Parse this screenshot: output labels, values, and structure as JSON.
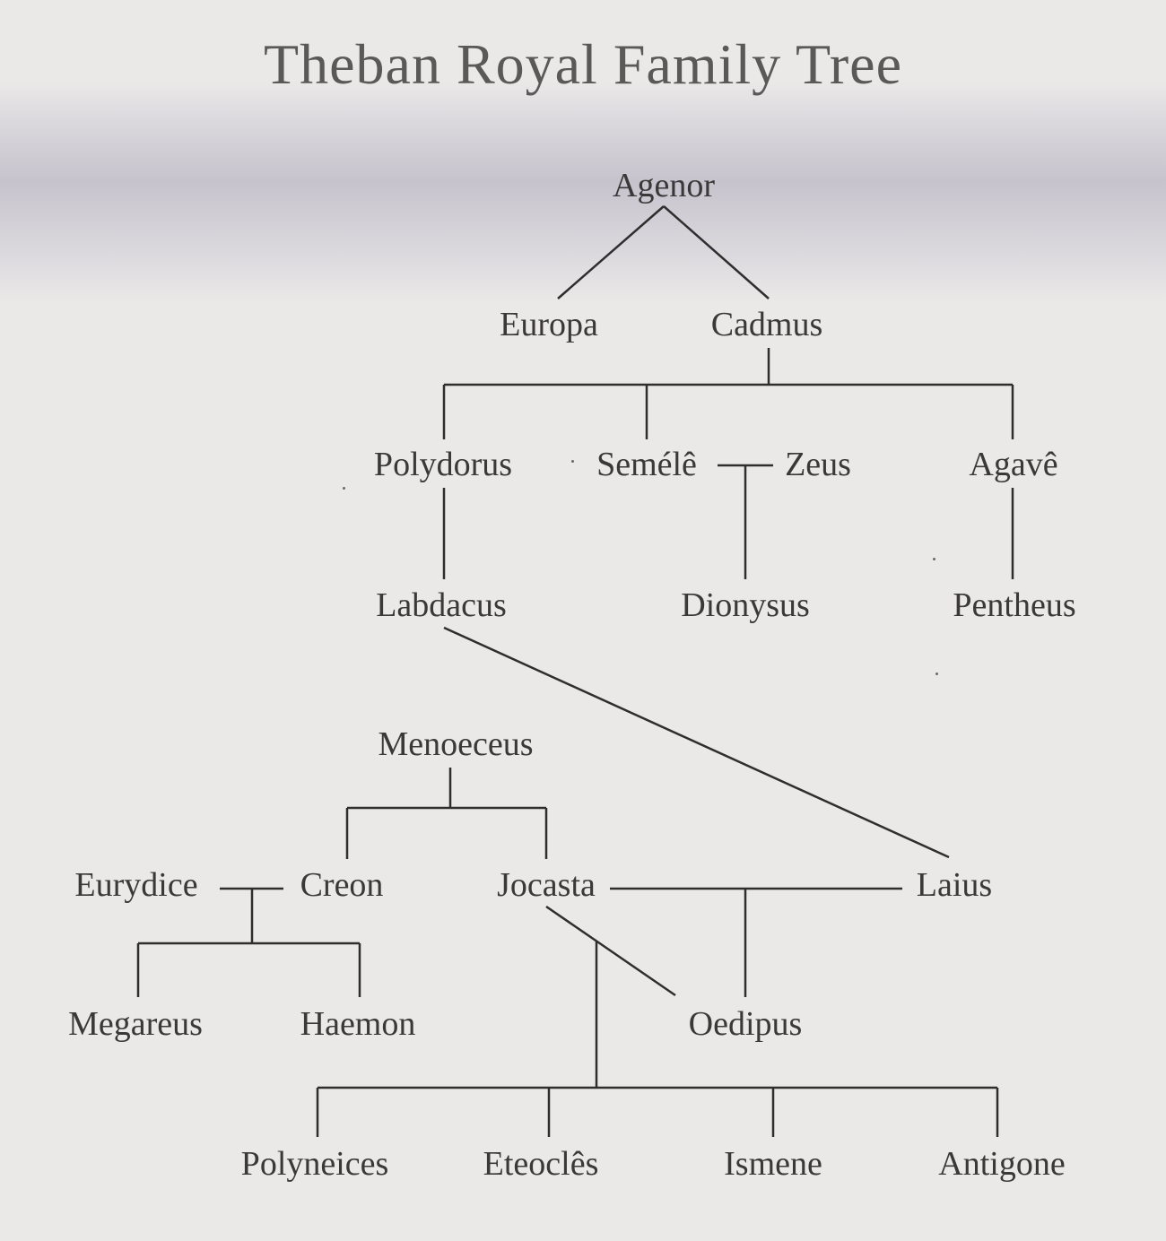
{
  "title": "Theban Royal Family Tree",
  "people": {
    "agenor": "Agenor",
    "europa": "Europa",
    "cadmus": "Cadmus",
    "polydorus": "Polydorus",
    "semele": "Semélê",
    "zeus": "Zeus",
    "agave": "Agavê",
    "labdacus": "Labdacus",
    "dionysus": "Dionysus",
    "pentheus": "Pentheus",
    "menoeceus": "Menoeceus",
    "eurydice": "Eurydice",
    "creon": "Creon",
    "jocasta": "Jocasta",
    "laius": "Laius",
    "megareus": "Megareus",
    "haemon": "Haemon",
    "oedipus": "Oedipus",
    "polyneices": "Polyneices",
    "eteocles": "Eteoclês",
    "ismene": "Ismene",
    "antigone": "Antigone"
  },
  "colors": {
    "background": "#ebe9e8",
    "text": "#3a3838",
    "lines": "#2f2d2d",
    "title": "#5b5958"
  }
}
